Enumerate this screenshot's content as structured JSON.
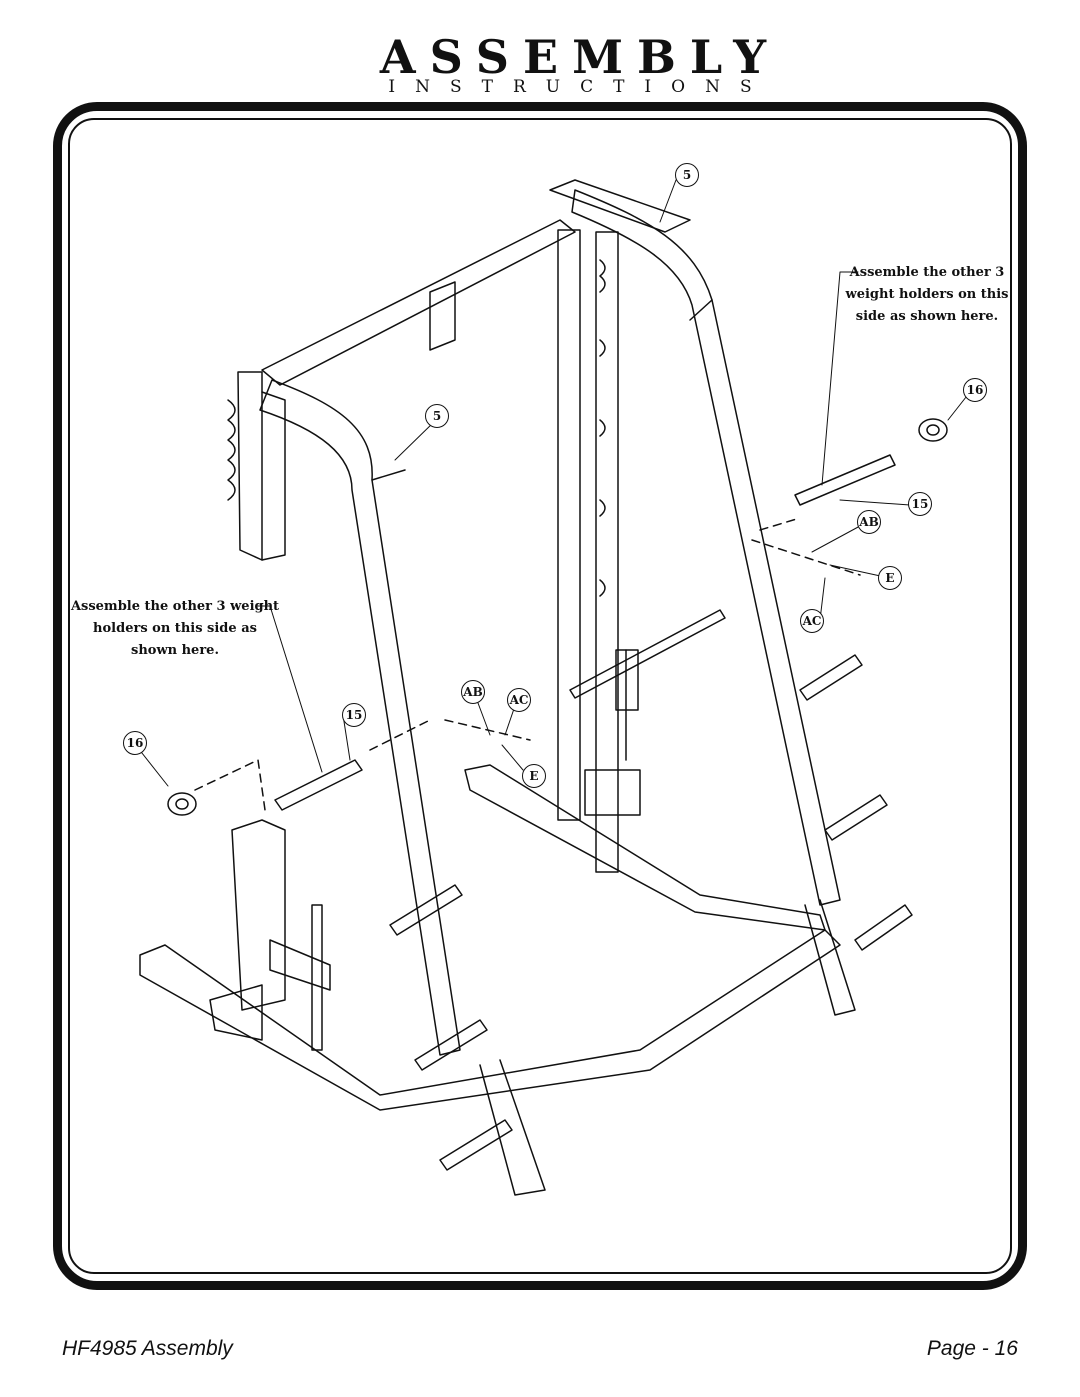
{
  "header": {
    "title": "ASSEMBLY",
    "subtitle": "INSTRUCTIONS"
  },
  "notes": {
    "right": "Assemble the other 3 weight holders on this side as shown here.",
    "left": "Assemble the other 3 weight holders on this side as shown here."
  },
  "callouts": {
    "part_5_top": "5",
    "part_5_mid": "5",
    "part_16_right": "16",
    "part_15_right": "15",
    "part_ab_right": "AB",
    "part_e_right": "E",
    "part_ac_right": "AC",
    "part_ab_left": "AB",
    "part_ac_left": "AC",
    "part_15_left": "15",
    "part_16_left": "16",
    "part_e_left": "E"
  },
  "footer": {
    "model": "HF4985 Assembly",
    "page": "Page - 16"
  }
}
